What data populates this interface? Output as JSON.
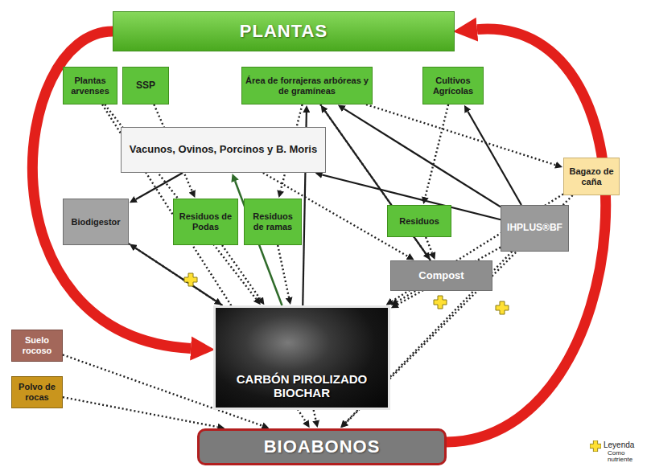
{
  "diagram": {
    "nodes": [
      {
        "text": [
          "PLANTAS"
        ]
      },
      {
        "text": [
          "Plantas arvenses"
        ]
      },
      {
        "text": [
          "SSP"
        ]
      },
      {
        "text": [
          "Área de forrajeras arbóreas y de gramíneas"
        ]
      },
      {
        "text": [
          "Cultivos Agrícolas"
        ]
      },
      {
        "text": [
          "Vacunos, Ovinos, Porcinos y B. Moris"
        ]
      },
      {
        "text": [
          "Bagazo de caña"
        ]
      },
      {
        "text": [
          "Biodigestor"
        ]
      },
      {
        "text": [
          "Residuos de Podas"
        ]
      },
      {
        "text": [
          "Residuos de ramas"
        ]
      },
      {
        "text": [
          "Residuos"
        ]
      },
      {
        "text": [
          "IHPLUS®BF"
        ]
      },
      {
        "text": [
          "Compost"
        ]
      },
      {
        "text": [
          "CARBÓN PIROLIZADO BIOCHAR"
        ]
      },
      {
        "text": [
          "Suelo rocoso"
        ]
      },
      {
        "text": [
          "Polvo de rocas"
        ]
      },
      {
        "text": [
          "BIOABONOS"
        ]
      }
    ],
    "edges": [
      {
        "from": 16,
        "to": 0,
        "arrow": "to"
      },
      {
        "from": 0,
        "to": 13,
        "arrow": "to"
      },
      {
        "from": 5,
        "to": 7,
        "arrow": "to"
      },
      {
        "from": 13,
        "to": 7,
        "arrow": "to"
      },
      {
        "from": 13,
        "to": 5,
        "arrow": "to"
      },
      {
        "from": 13,
        "to": 3,
        "arrow": "to"
      },
      {
        "from": 12,
        "to": 3,
        "arrow": "to"
      },
      {
        "from": 11,
        "to": 4,
        "arrow": "to"
      },
      {
        "from": 11,
        "to": 3,
        "arrow": "to"
      },
      {
        "from": 11,
        "to": 5,
        "arrow": "to"
      },
      {
        "from": 1,
        "to": 13,
        "arrow": "to"
      },
      {
        "from": 2,
        "to": 8,
        "arrow": "to"
      },
      {
        "from": 3,
        "to": 9,
        "arrow": "to"
      },
      {
        "from": 3,
        "to": 12,
        "arrow": "to"
      },
      {
        "from": 4,
        "to": 10,
        "arrow": "to"
      },
      {
        "from": 3,
        "to": 6,
        "arrow": "to"
      },
      {
        "from": 5,
        "to": 12,
        "arrow": "to"
      },
      {
        "from": 7,
        "to": 13,
        "arrow": "to"
      },
      {
        "from": 8,
        "to": 13,
        "arrow": "to"
      },
      {
        "from": 9,
        "to": 13,
        "arrow": "to"
      },
      {
        "from": 10,
        "to": 12,
        "arrow": "to"
      },
      {
        "from": 12,
        "to": 13,
        "arrow": "to"
      },
      {
        "from": 11,
        "to": 13,
        "arrow": "to"
      },
      {
        "from": 6,
        "to": 13,
        "arrow": "to"
      },
      {
        "from": 6,
        "to": 16,
        "arrow": "to"
      },
      {
        "from": 11,
        "to": 16,
        "arrow": "to"
      },
      {
        "from": 14,
        "to": 16,
        "arrow": "to"
      },
      {
        "from": 15,
        "to": 16,
        "arrow": "to"
      },
      {
        "from": 13,
        "to": 16,
        "arrow": "to"
      },
      {
        "from": 1,
        "to": 16,
        "arrow": "to"
      }
    ],
    "labels": [
      "Leyenda"
    ],
    "legend": [
      {
        "text": "Como nutriente",
        "color": "#ffe033"
      }
    ]
  }
}
